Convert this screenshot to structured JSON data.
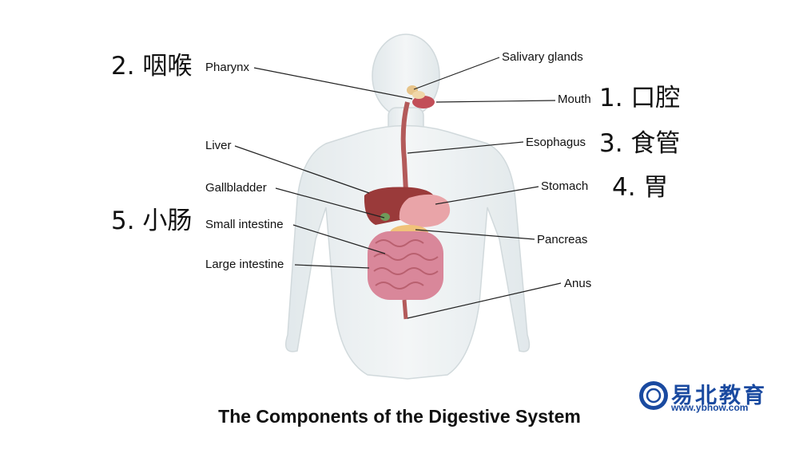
{
  "title": "The Components of the Digestive System",
  "labels": {
    "pharynx": "Pharynx",
    "salivary_glands": "Salivary glands",
    "mouth": "Mouth",
    "esophagus": "Esophagus",
    "stomach": "Stomach",
    "liver": "Liver",
    "gallbladder": "Gallbladder",
    "small_intestine": "Small intestine",
    "large_intestine": "Large intestine",
    "pancreas": "Pancreas",
    "anus": "Anus"
  },
  "chinese_labels": {
    "pharynx": "2. 咽喉",
    "mouth": "1. 口腔",
    "esophagus": "3. 食管",
    "stomach": "4. 胃",
    "small_intestine": "5. 小肠"
  },
  "logo": {
    "name": "易北教育",
    "url": "www.ybhow.com"
  },
  "colors": {
    "text": "#111111",
    "body_fill": "#e6ecee",
    "organ_red": "#b84a4a",
    "intestine_pink": "#d9879a",
    "pancreas_yellow": "#f0c27a",
    "brand_blue": "#1a4aa0"
  }
}
